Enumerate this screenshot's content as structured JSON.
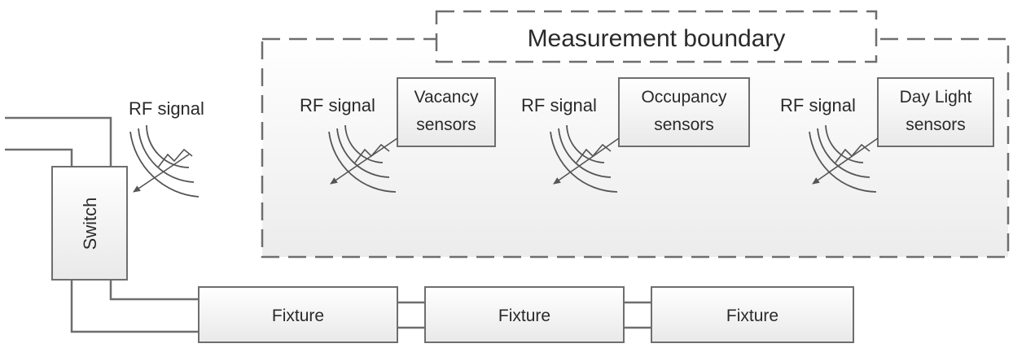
{
  "measurement_boundary": {
    "title": "Measurement boundary"
  },
  "switch": {
    "label": "Switch"
  },
  "rf": {
    "switch_label": "RF signal",
    "vacancy_label": "RF signal",
    "occupancy_label": "RF signal",
    "daylight_label": "RF signal"
  },
  "sensors": [
    {
      "line1": "Vacancy",
      "line2": "sensors"
    },
    {
      "line1": "Occupancy",
      "line2": "sensors"
    },
    {
      "line1": "Day Light",
      "line2": "sensors"
    }
  ],
  "fixtures": [
    {
      "label": "Fixture"
    },
    {
      "label": "Fixture"
    },
    {
      "label": "Fixture"
    }
  ],
  "colors": {
    "box_fill": "#f2f2f2",
    "boundary_fill": "#f3f3f3",
    "stroke": "#6e6e6e",
    "text": "#2a2a2a"
  }
}
